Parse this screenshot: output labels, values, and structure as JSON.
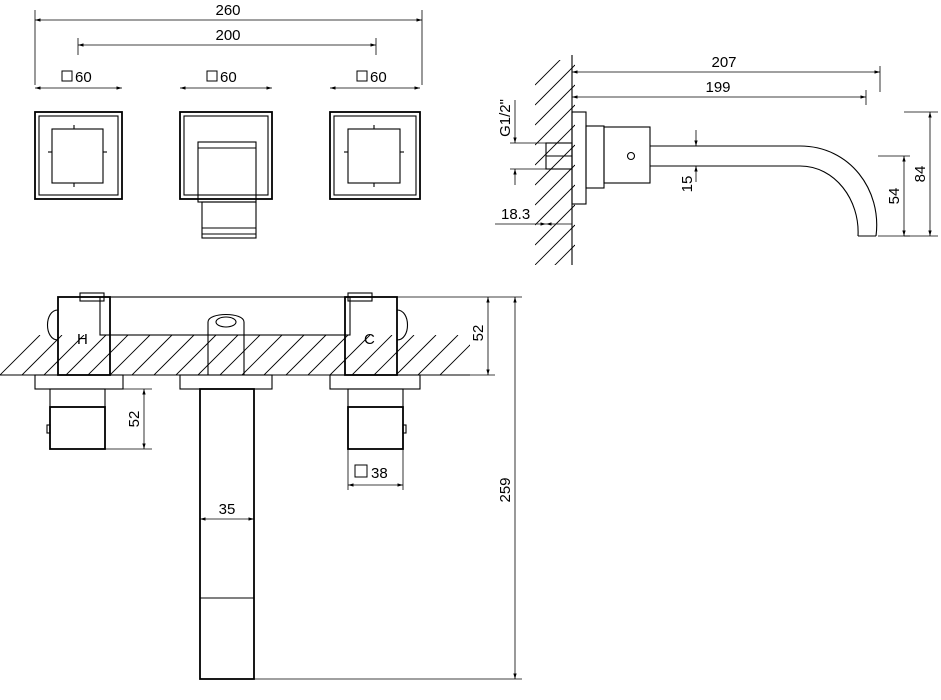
{
  "front_view": {
    "overall_width": "260",
    "center_distance": "200",
    "plate_left": "60",
    "plate_center": "60",
    "plate_right": "60"
  },
  "side_view": {
    "thread": "G1/2\"",
    "spout_total": "207",
    "spout_projection": "199",
    "spout_dia": "15",
    "outlet_height": "54",
    "plate_height": "84",
    "plate_depth": "18.3"
  },
  "install_view": {
    "hot_label": "H",
    "cold_label": "C",
    "wall_depth": "52",
    "handle_depth": "52",
    "handle_square": "38",
    "spout_width": "35",
    "total_depth": "259"
  }
}
